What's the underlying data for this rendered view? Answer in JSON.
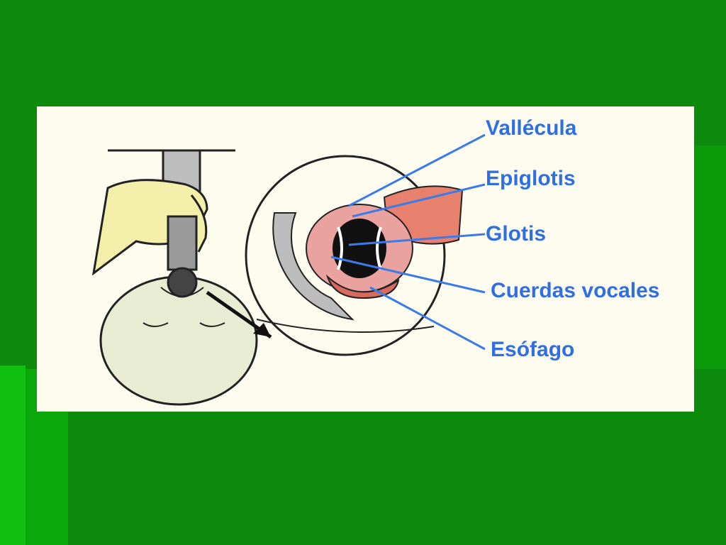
{
  "colors": {
    "background": "#0b8a0b",
    "panel": "#fdfcef",
    "label_text": "#2f6fe0",
    "pointer_line": "#3a7be8"
  },
  "labels": [
    {
      "id": "vallecula",
      "text": "Vallécula"
    },
    {
      "id": "epiglotis",
      "text": "Epiglotis"
    },
    {
      "id": "glotis",
      "text": "Glotis"
    },
    {
      "id": "cuerdas",
      "text": "Cuerdas vocales"
    },
    {
      "id": "esofago",
      "text": "Esófago"
    }
  ]
}
